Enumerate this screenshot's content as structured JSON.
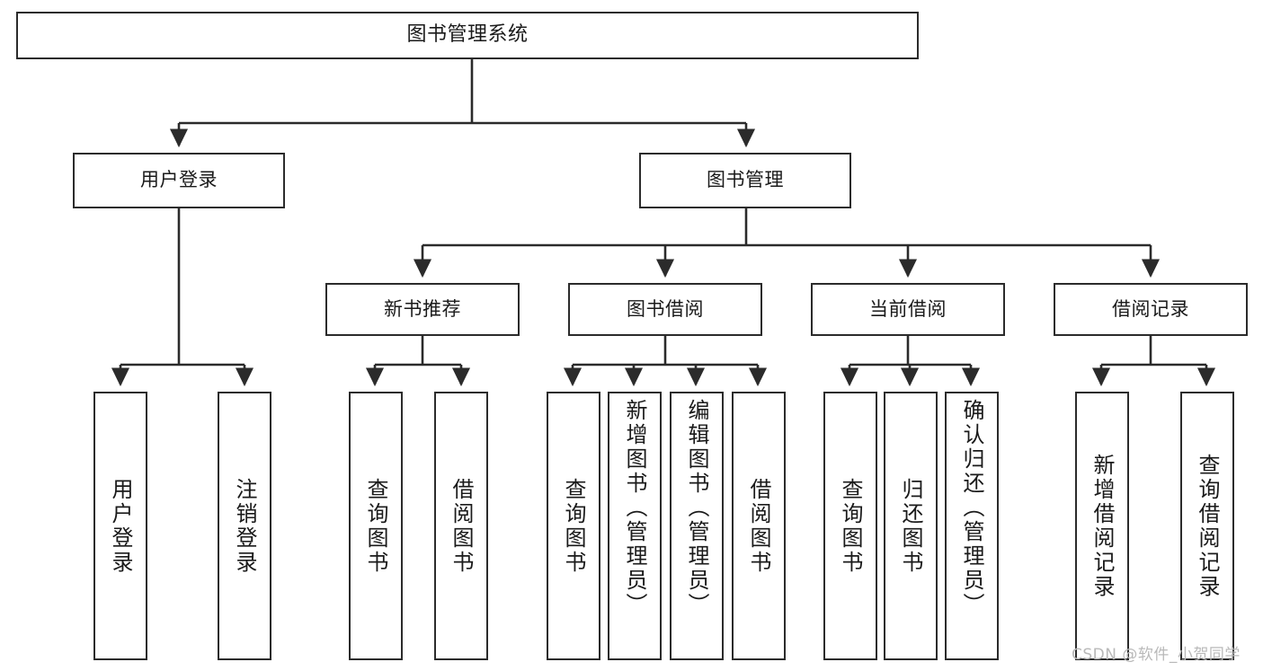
{
  "diagram": {
    "type": "tree-hierarchy",
    "title": "图书管理系统",
    "orientation": "top-down",
    "edge_style": "orthogonal-arrow",
    "colors": {
      "stroke": "#2b2b2b",
      "fill": "#ffffff",
      "text": "#1a1a1a",
      "watermark": "#b9b9b9"
    }
  },
  "nodes": {
    "root": {
      "label": "图书管理系统"
    },
    "level2": [
      {
        "id": "user-login",
        "label": "用户登录"
      },
      {
        "id": "book-management",
        "label": "图书管理"
      }
    ],
    "level3": [
      {
        "id": "new-book-recommend",
        "label": "新书推荐"
      },
      {
        "id": "book-borrow",
        "label": "图书借阅"
      },
      {
        "id": "current-borrow",
        "label": "当前借阅"
      },
      {
        "id": "borrow-record",
        "label": "借阅记录"
      }
    ],
    "leaves": [
      {
        "id": "leaf-user-login",
        "label": "用户登录",
        "parent": "user-login"
      },
      {
        "id": "leaf-logout",
        "label": "注销登录",
        "parent": "user-login"
      },
      {
        "id": "leaf-query-book-1",
        "label": "查询图书",
        "parent": "new-book-recommend"
      },
      {
        "id": "leaf-borrow-book-1",
        "label": "借阅图书",
        "parent": "new-book-recommend"
      },
      {
        "id": "leaf-query-book-2",
        "label": "查询图书",
        "parent": "book-borrow"
      },
      {
        "id": "leaf-add-book",
        "label": "新增图书（管理员）",
        "parent": "book-borrow"
      },
      {
        "id": "leaf-edit-book",
        "label": "编辑图书（管理员）",
        "parent": "book-borrow"
      },
      {
        "id": "leaf-borrow-book-2",
        "label": "借阅图书",
        "parent": "book-borrow"
      },
      {
        "id": "leaf-query-book-3",
        "label": "查询图书",
        "parent": "current-borrow"
      },
      {
        "id": "leaf-return-book",
        "label": "归还图书",
        "parent": "current-borrow"
      },
      {
        "id": "leaf-confirm-return",
        "label": "确认归还（管理员）",
        "parent": "current-borrow"
      },
      {
        "id": "leaf-add-borrow-record",
        "label": "新增借阅记录",
        "parent": "borrow-record"
      },
      {
        "id": "leaf-query-borrow-record",
        "label": "查询借阅记录",
        "parent": "borrow-record"
      }
    ]
  },
  "watermark": {
    "text": "CSDN @软件_小贺同学"
  }
}
